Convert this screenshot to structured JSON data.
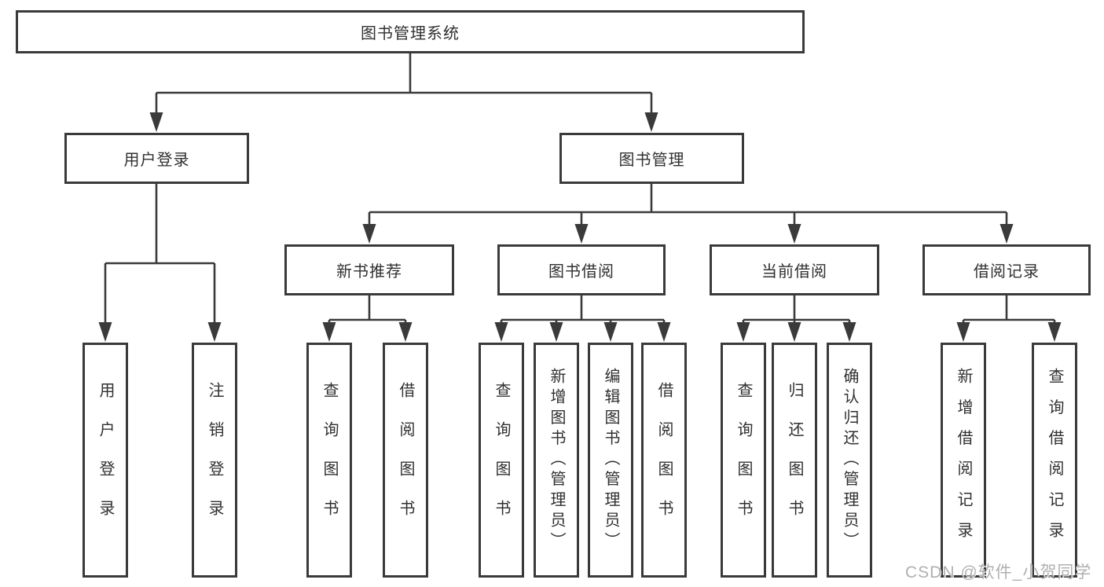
{
  "diagram": {
    "tree": {
      "label": "图书管理系统",
      "children": [
        {
          "label": "用户登录",
          "children": [
            {
              "label": "用户登录"
            },
            {
              "label": "注销登录"
            }
          ]
        },
        {
          "label": "图书管理",
          "children": [
            {
              "label": "新书推荐",
              "children": [
                {
                  "label": "查询图书"
                },
                {
                  "label": "借阅图书"
                }
              ]
            },
            {
              "label": "图书借阅",
              "children": [
                {
                  "label": "查询图书"
                },
                {
                  "label": "新增图书（管理员）"
                },
                {
                  "label": "编辑图书（管理员）"
                },
                {
                  "label": "借阅图书"
                }
              ]
            },
            {
              "label": "当前借阅",
              "children": [
                {
                  "label": "查询图书"
                },
                {
                  "label": "归还图书"
                },
                {
                  "label": "确认归还（管理员）"
                }
              ]
            },
            {
              "label": "借阅记录",
              "children": [
                {
                  "label": "新增借阅记录"
                },
                {
                  "label": "查询借阅记录"
                }
              ]
            }
          ]
        }
      ]
    }
  },
  "watermark": {
    "text": "CSDN @软件_小贺同学"
  },
  "colors": {
    "line": "#3a3a3a",
    "border": "#3a3a3a",
    "text": "#303030",
    "background": "#ffffff",
    "watermark": "#b0b0b0"
  }
}
